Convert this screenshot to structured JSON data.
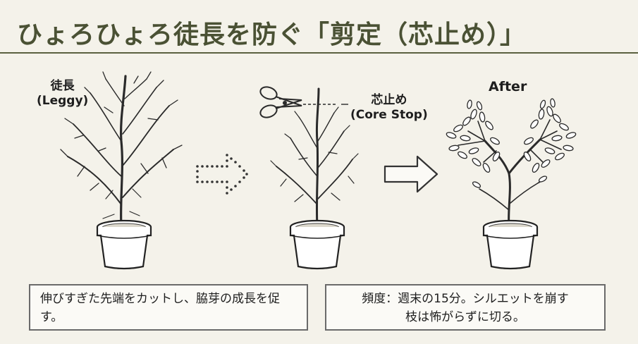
{
  "title": "ひょろひょろ徒長を防ぐ「剪定（芯止め）」",
  "panels": {
    "before": {
      "label_jp": "徒長",
      "label_en": "(Leggy)"
    },
    "middle": {
      "label_jp": "芯止め",
      "label_en": "(Core Stop)",
      "tool_icon": "scissors-icon"
    },
    "after": {
      "label": "After"
    }
  },
  "notes": {
    "left": "伸びすぎた先端をカットし、脇芽の成長を促す。",
    "right_line1": "頻度：週末の15分。シルエットを崩す",
    "right_line2": "枝は怖がらずに切る。"
  },
  "colors": {
    "title": "#4a5134",
    "rule": "#5a6040",
    "background": "#f4f2ea"
  }
}
